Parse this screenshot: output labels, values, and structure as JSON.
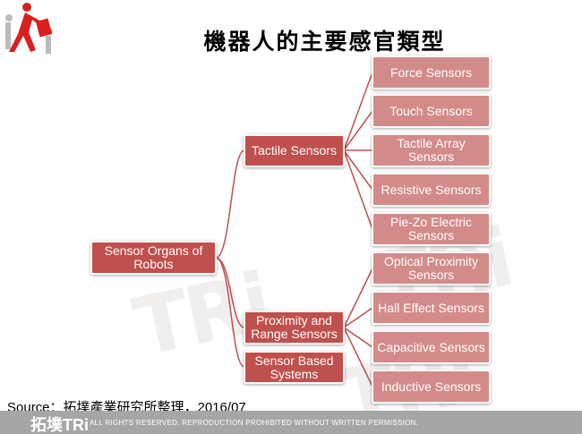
{
  "title": "機器人的主要感官類型",
  "root": "Sensor Organs of Robots",
  "branches": {
    "tactile": "Tactile Sensors",
    "proximity": "Proximity and Range Sensors",
    "based": "Sensor Based Systems"
  },
  "leaves": [
    "Force Sensors",
    "Touch Sensors",
    "Tactile Array Sensors",
    "Resistive Sensors",
    "Pie-Zo Electric Sensors",
    "Optical Proximity Sensors",
    "Hall Effect Sensors",
    "Capacitive Sensors",
    "Inductive Sensors"
  ],
  "source": "Source：拓墣產業研究所整理，2016/07",
  "footer": {
    "logo": "拓墣TRi",
    "copyright": "ALL RIGHTS RESERVED. REPRODUCTION PROHIBITED WITHOUT WRITTEN PERMISSION."
  },
  "colors": {
    "branch": "#c0504d",
    "leaf": "#d38b89",
    "line": "#c0504d"
  }
}
